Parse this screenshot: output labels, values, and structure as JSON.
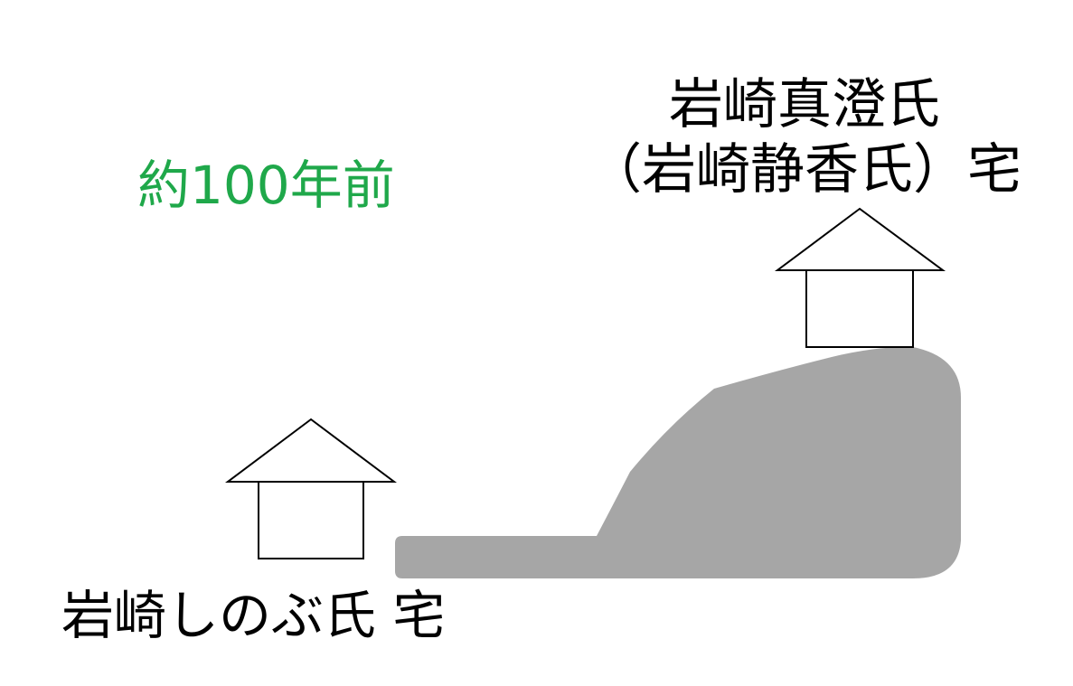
{
  "era_label": {
    "text": "約100年前",
    "color": "#1fa84a"
  },
  "upper_house": {
    "line1": "岩崎真澄氏",
    "line2": "（岩崎静香氏）宅"
  },
  "lower_house": {
    "label": "岩崎しのぶ氏 宅"
  },
  "colors": {
    "hill": "#a6a6a6",
    "house_stroke": "#000000",
    "house_fill": "#ffffff",
    "text": "#000000"
  }
}
